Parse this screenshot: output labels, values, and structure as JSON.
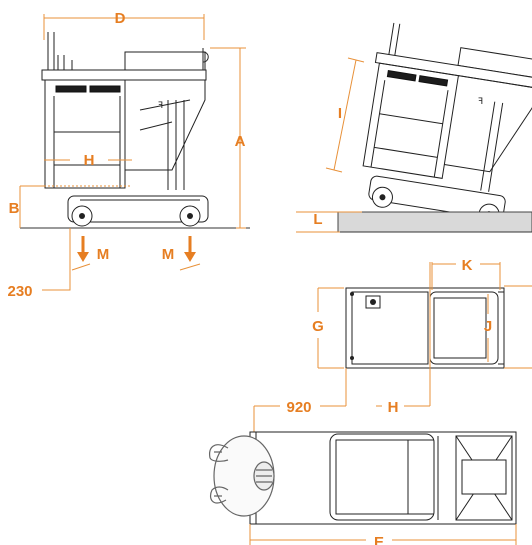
{
  "colors": {
    "accent": "#e67e22",
    "line": "#222222",
    "ground": "#d9d9d9"
  },
  "labels": {
    "D": "D",
    "A": "A",
    "H_side": "H",
    "B": "B",
    "M_left": "M",
    "M_right": "M",
    "dim_230": "230",
    "I": "I",
    "L": "L",
    "K": "K",
    "G": "G",
    "J": "J",
    "dim_920": "920",
    "H_top": "H",
    "E": "E"
  },
  "icons": {
    "arrow_down": "arrow-down-icon",
    "logo": "brand-logo-icon",
    "operator": "operator-figure-icon"
  }
}
